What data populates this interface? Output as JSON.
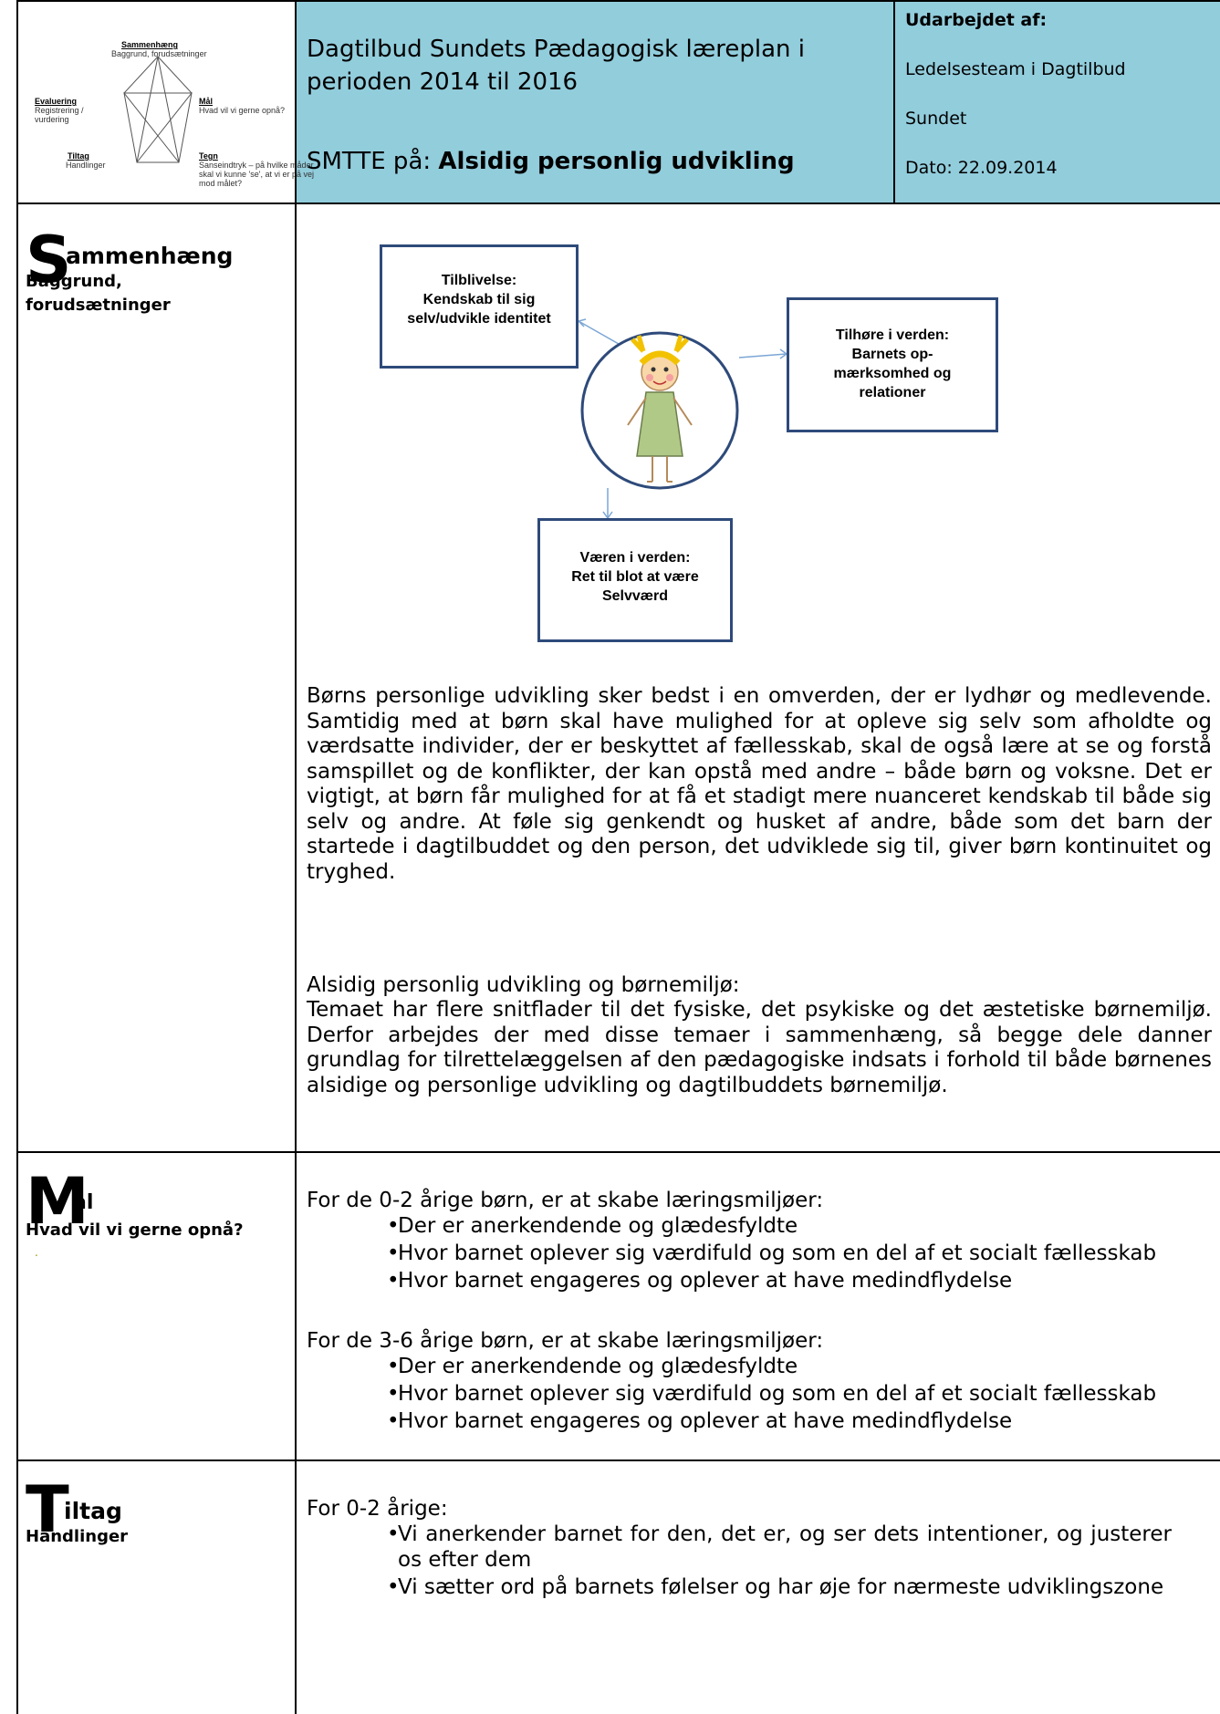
{
  "header": {
    "thumbnail": {
      "sammenhaeng_title": "Sammenhæng",
      "sammenhaeng_sub": "Baggrund, forudsætninger",
      "evaluering_title": "Evaluering",
      "evaluering_sub": "Registrering /\nvurdering",
      "maal_title": "Mål",
      "maal_sub": "Hvad vil vi gerne opnå?",
      "tiltag_title": "Tiltag",
      "tiltag_sub": "Handlinger",
      "tegn_title": "Tegn",
      "tegn_sub": "Sanseindtryk – på hvilke måder\nskal vi kunne 'se', at vi er på vej\nmod målet?"
    },
    "title": "Dagtilbud Sundets Pædagogisk læreplan i perioden 2014 til 2016",
    "smtte_prefix": "SMTTE på: ",
    "smtte_topic": "Alsidig personlig udvikling",
    "prepared_by_label": "Udarbejdet af:",
    "prepared_by_line1": "Ledelsesteam i Dagtilbud",
    "prepared_by_line2": "Sundet",
    "date": "Dato: 22.09.2014",
    "header_color": "#92cddc"
  },
  "sections": {
    "sammenhaeng": {
      "initial": "S",
      "rest": "ammenhæng",
      "subtitle": "Baggrund, forudsætninger"
    },
    "maal": {
      "initial": "M",
      "rest": "ål",
      "subtitle": "Hvad vil vi gerne opnå?",
      "mark": "."
    },
    "tiltag": {
      "initial": "T",
      "rest": "iltag",
      "subtitle": "Handlinger"
    }
  },
  "diagram": {
    "box_top_left": "Tilblivelse:\nKendskab til sig\nselv/udvikle identitet",
    "box_right": "Tilhøre i verden:\nBarnets op-\nmærksomhed og\nrelationer",
    "box_bottom": "Væren i verden:\nRet til blot at være\nSelvværd",
    "circle_border_color": "#2e4a7a"
  },
  "sammenhaeng_text": {
    "paragraph": "Børns personlige udvikling sker bedst i en omverden, der er lydhør og medlevende. Samtidig med at børn skal have mulighed for at opleve sig selv som afholdte og værdsatte individer, der er beskyttet af fællesskab, skal de også lære at se og forstå samspillet og de konflikter, der kan opstå med andre – både børn og voksne. Det er vigtigt, at børn får mulighed for at få et stadigt mere nuanceret kendskab til både sig selv og andre. At føle sig genkendt og husket af andre, både som det barn der startede i dagtilbuddet og den person, det udviklede sig til, giver børn kontinuitet og tryghed.",
    "heading": "Alsidig personlig udvikling og børnemiljø:",
    "paragraph2": "Temaet har flere snitflader til det fysiske, det psykiske og det æstetiske børnemiljø. Derfor arbejdes der med disse temaer i sammenhæng, så begge dele danner grundlag for tilrettelæggelsen af den pædagogiske indsats i forhold til både børnenes alsidige og personlige udvikling og dagtilbuddets børnemiljø."
  },
  "maal_text": {
    "group1_intro": "For de 0-2 årige børn, er at skabe læringsmiljøer:",
    "group1_items": [
      "Der er anerkendende og glædesfyldte",
      "Hvor barnet oplever sig værdifuld og som en del af et socialt fællesskab",
      "Hvor barnet engageres og oplever at have medindflydelse"
    ],
    "group2_intro": "For de 3-6 årige børn, er at skabe læringsmiljøer:",
    "group2_items": [
      "Der er anerkendende og glædesfyldte",
      "Hvor barnet oplever sig værdifuld og som en del af et socialt fællesskab",
      "Hvor barnet engageres og oplever at have medindflydelse"
    ]
  },
  "tiltag_text": {
    "intro": "For 0-2 årige:",
    "items": [
      "Vi anerkender barnet for den, det er, og ser dets intentioner, og justerer os efter dem",
      "Vi sætter ord på barnets følelser og har øje for nærmeste udviklingszone"
    ]
  }
}
